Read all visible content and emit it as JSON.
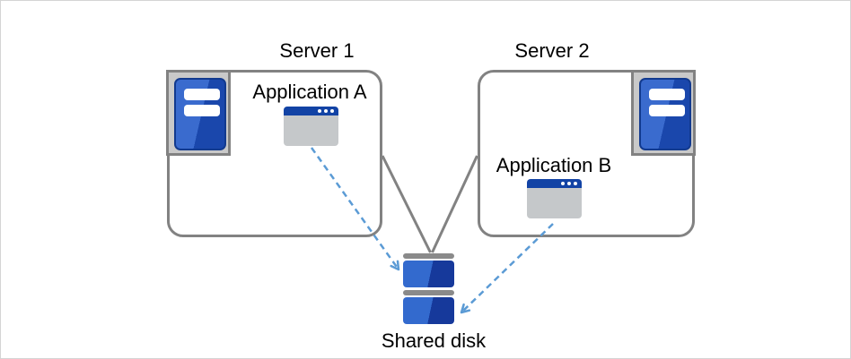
{
  "diagram": {
    "server1": {
      "label": "Server 1",
      "app": {
        "label": "Application A"
      }
    },
    "server2": {
      "label": "Server 2",
      "app": {
        "label": "Application B"
      }
    },
    "shared_disk": {
      "label": "Shared disk"
    },
    "connections": [
      {
        "from": "server1",
        "to": "shared_disk",
        "style": "solid-gray-line"
      },
      {
        "from": "server2",
        "to": "shared_disk",
        "style": "solid-gray-line"
      },
      {
        "from": "application_a",
        "to": "shared_disk",
        "style": "dashed-blue-arrow"
      },
      {
        "from": "application_b",
        "to": "shared_disk",
        "style": "dashed-blue-arrow"
      }
    ],
    "icons": {
      "server1_icon": "server-tower-icon",
      "server2_icon": "server-tower-icon",
      "application_a_icon": "app-window-icon",
      "application_b_icon": "app-window-icon",
      "shared_disk_icon": "stacked-disk-icon"
    }
  },
  "colors": {
    "canvas_border": "#d4d4d4",
    "border_gray": "#828282",
    "panel_gray": "#c9c9c9",
    "window_gray": "#c5c8ca",
    "titlebar_blue": "#1243a5",
    "tower_blue_light": "#3a6bce",
    "tower_blue_dark": "#1a47ac",
    "tower_outline": "#123a8f",
    "disk_blue_light": "#336ace",
    "disk_blue_dark": "#16399b",
    "disk_bar_gray": "#8a8a8a",
    "arrow_blue": "#5b9bd5",
    "text_color": "#000000"
  }
}
